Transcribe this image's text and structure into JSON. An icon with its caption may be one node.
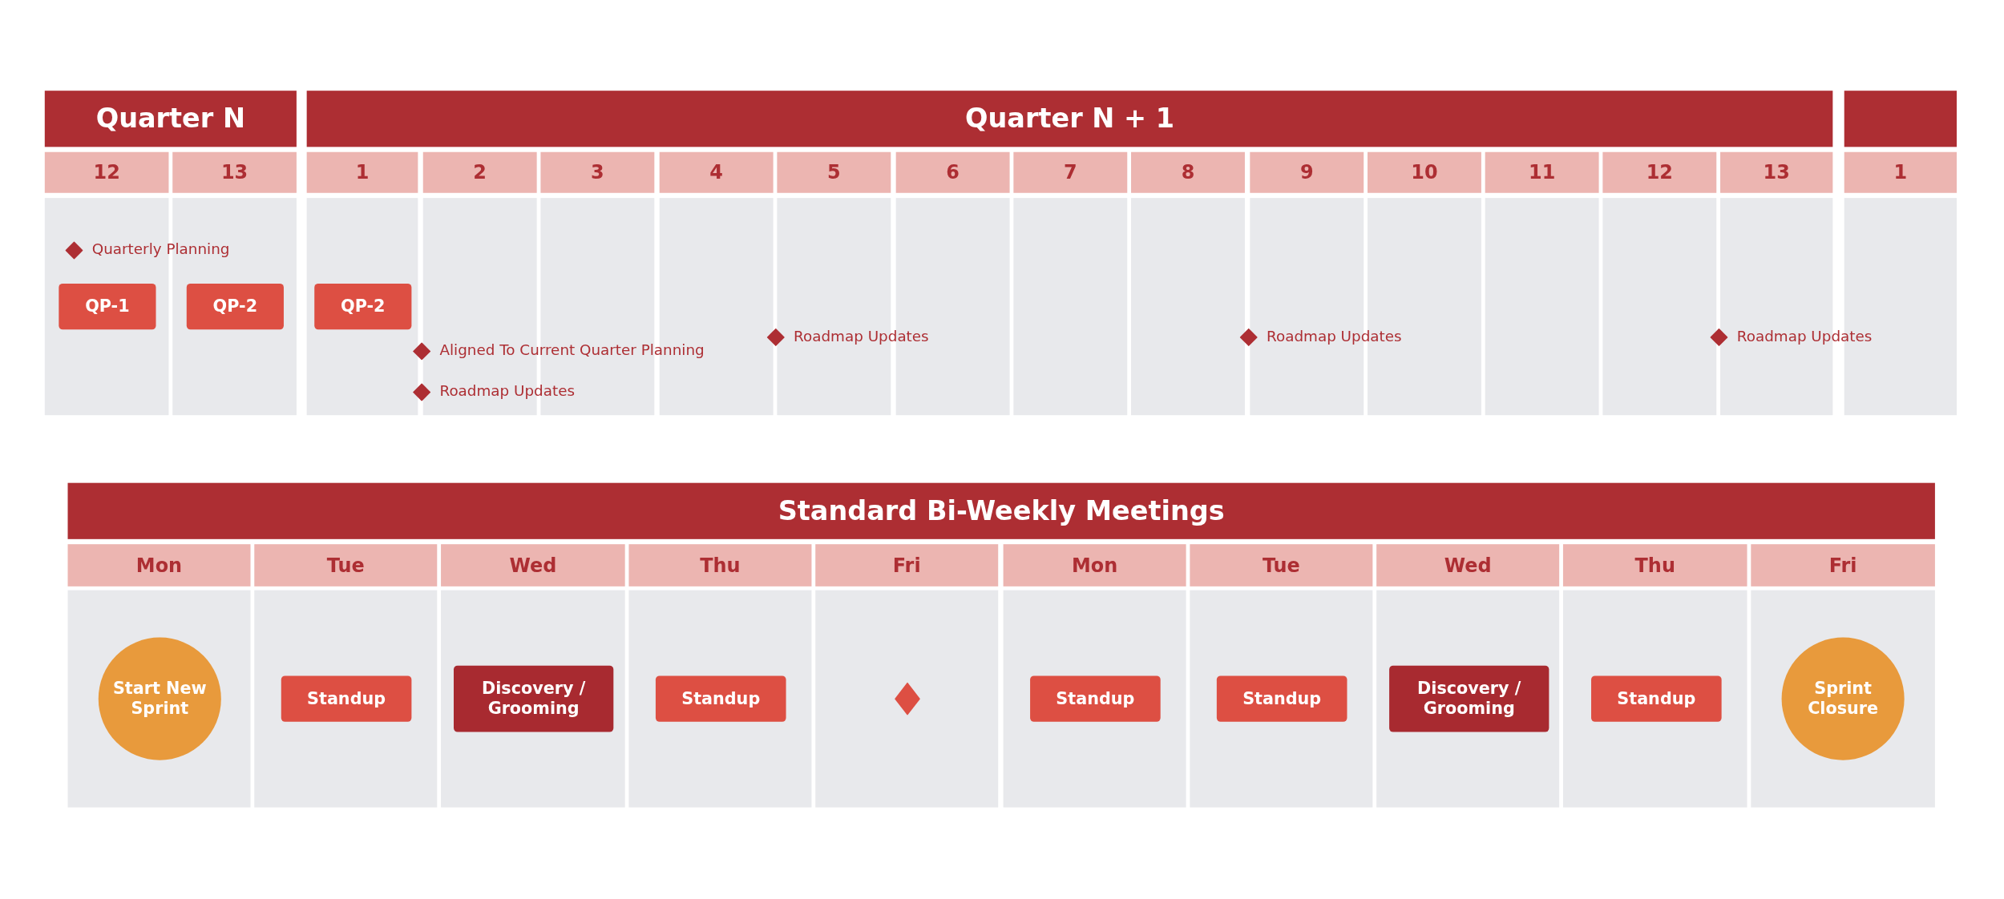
{
  "diagram": {
    "nodes": [
      {
        "text": [
          "Quarter N"
        ]
      },
      {
        "text": [
          "Quarter N + 1"
        ]
      },
      {
        "text": [],
        "shape": "bar"
      },
      {
        "text": [
          "12"
        ]
      },
      {
        "text": [
          "13"
        ]
      },
      {
        "text": [
          "1"
        ]
      },
      {
        "text": [
          "2"
        ]
      },
      {
        "text": [
          "3"
        ]
      },
      {
        "text": [
          "4"
        ]
      },
      {
        "text": [
          "5"
        ]
      },
      {
        "text": [
          "6"
        ]
      },
      {
        "text": [
          "7"
        ]
      },
      {
        "text": [
          "8"
        ]
      },
      {
        "text": [
          "9"
        ]
      },
      {
        "text": [
          "10"
        ]
      },
      {
        "text": [
          "11"
        ]
      },
      {
        "text": [
          "12"
        ]
      },
      {
        "text": [
          "13"
        ]
      },
      {
        "text": [
          "1"
        ]
      },
      {
        "text": [],
        "shape": "diamond",
        "beside": [
          "Quarterly Planning"
        ]
      },
      {
        "text": [
          "QP-1"
        ]
      },
      {
        "text": [
          "QP-2"
        ]
      },
      {
        "text": [
          "QP-2"
        ]
      },
      {
        "text": [],
        "shape": "diamond",
        "beside": [
          "Roadmap Updates"
        ]
      },
      {
        "text": [],
        "shape": "diamond",
        "beside": [
          "Roadmap Updates"
        ]
      },
      {
        "text": [],
        "shape": "diamond",
        "beside": [
          "Roadmap Updates"
        ]
      },
      {
        "text": [],
        "shape": "diamond",
        "beside": [
          "Aligned To Current Quarter Planning"
        ]
      },
      {
        "text": [],
        "shape": "diamond",
        "beside": [
          "Roadmap Updates"
        ]
      },
      {
        "text": [
          "Standard Bi-Weekly Meetings"
        ]
      },
      {
        "text": [
          "Mon"
        ]
      },
      {
        "text": [
          "Tue"
        ]
      },
      {
        "text": [
          "Wed"
        ]
      },
      {
        "text": [
          "Thu"
        ]
      },
      {
        "text": [
          "Fri"
        ]
      },
      {
        "text": [
          "Mon"
        ]
      },
      {
        "text": [
          "Tue"
        ]
      },
      {
        "text": [
          "Wed"
        ]
      },
      {
        "text": [
          "Thu"
        ]
      },
      {
        "text": [
          "Fri"
        ]
      },
      {
        "text": [
          "Start New Sprint"
        ]
      },
      {
        "text": [
          "Standup"
        ]
      },
      {
        "text": [
          "Discovery / Grooming"
        ]
      },
      {
        "text": [
          "Standup"
        ]
      },
      {
        "text": [],
        "shape": "diamond"
      },
      {
        "text": [
          "Standup"
        ]
      },
      {
        "text": [
          "Standup"
        ]
      },
      {
        "text": [
          "Discovery / Grooming"
        ]
      },
      {
        "text": [
          "Standup"
        ]
      },
      {
        "text": [
          "Sprint Closure"
        ]
      }
    ]
  }
}
